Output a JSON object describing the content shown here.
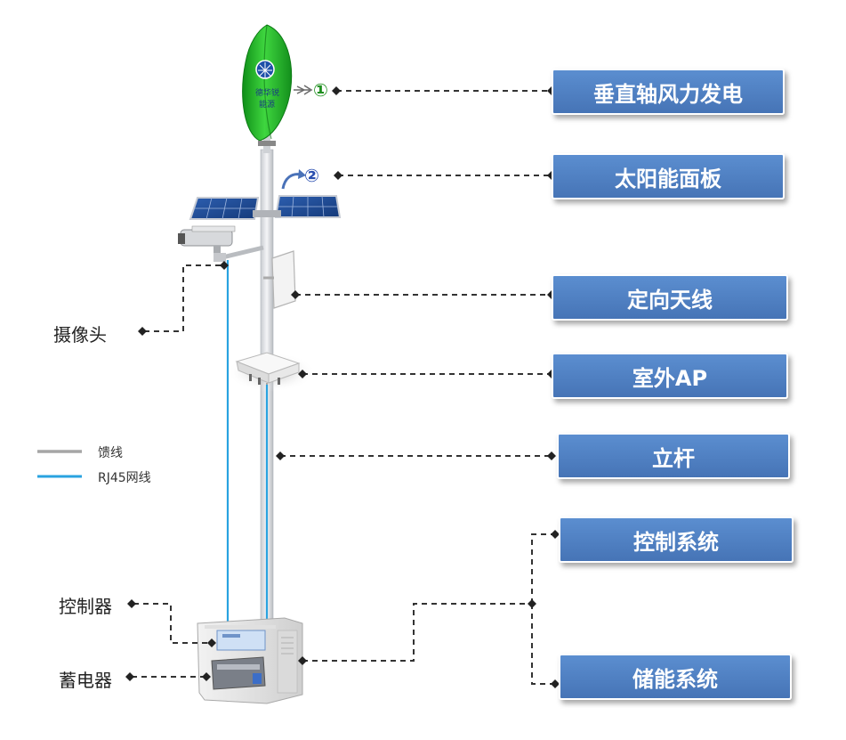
{
  "labels": {
    "wind": "垂直轴风力发电",
    "solar": "太阳能面板",
    "antenna": "定向天线",
    "ap": "室外AP",
    "pole": "立杆",
    "control_system": "控制系统",
    "storage_system": "储能系统"
  },
  "side_labels": {
    "camera": "摄像头",
    "controller": "控制器",
    "battery": "蓄电器"
  },
  "legend": {
    "feeder": "馈线",
    "rj45": "RJ45网线"
  },
  "turbine_text": {
    "line1": "德华锐",
    "line2": "能源"
  },
  "markers": {
    "one": "①",
    "two": "②"
  },
  "colors": {
    "label_box": "#4f7fc2",
    "feeder_line": "#a6a6a6",
    "rj45_line": "#29a3e0",
    "turbine": "#22b022",
    "connector": "#333333"
  }
}
